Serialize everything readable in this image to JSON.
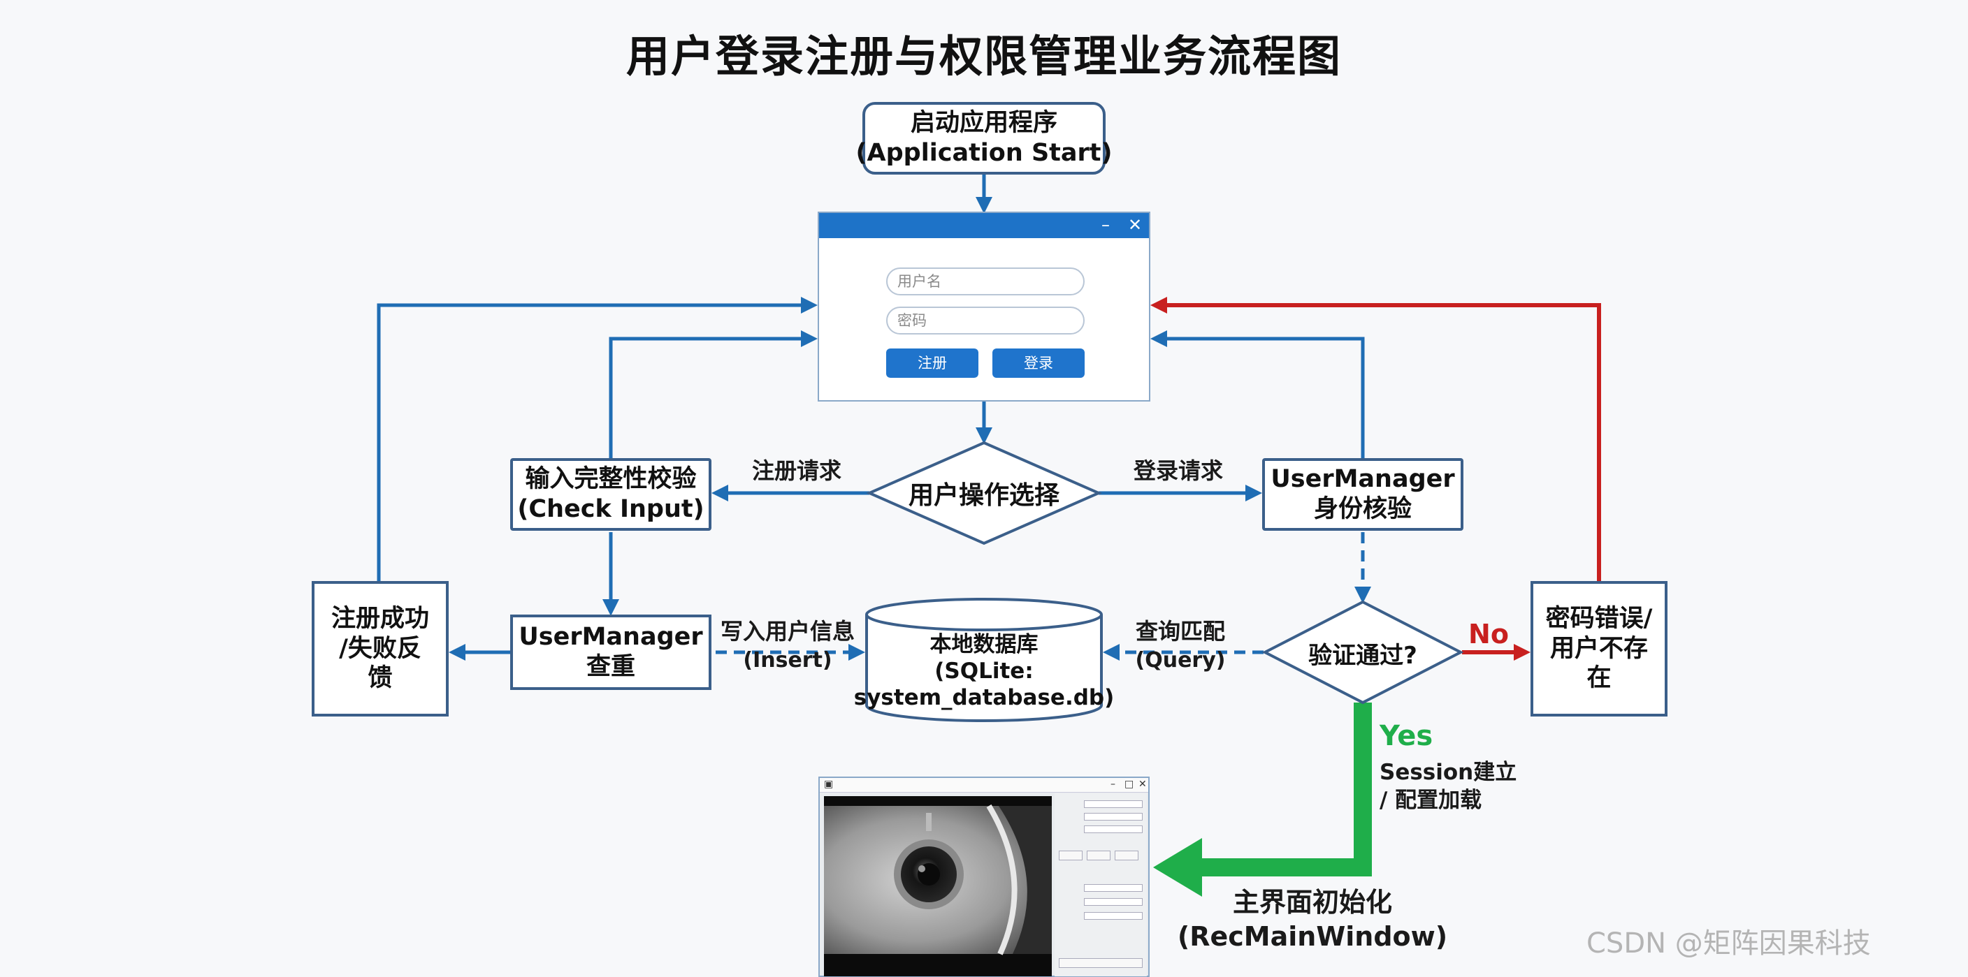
{
  "title": "用户登录注册与权限管理业务流程图",
  "nodes": {
    "start": [
      "启动应用程序",
      "(Application Start)"
    ],
    "check_input": [
      "输入完整性校验",
      "(Check Input)"
    ],
    "user_choice": "用户操作选择",
    "user_manager_auth": [
      "UserManager",
      "身份核验"
    ],
    "register_feedback": [
      "注册成功",
      "/失败反",
      "馈"
    ],
    "user_manager_dup": [
      "UserManager",
      "查重"
    ],
    "database": [
      "本地数据库",
      "(SQLite:",
      "system_database.db)"
    ],
    "verify_pass": "验证通过?",
    "password_error": [
      "密码错误/",
      "用户不存",
      "在"
    ],
    "main_init": [
      "主界面初始化",
      "(RecMainWindow)"
    ]
  },
  "edges": {
    "register_request": "注册请求",
    "login_request": "登录请求",
    "write_user": [
      "写入用户信息",
      "(Insert)"
    ],
    "query_match": [
      "查询匹配",
      "(Query)"
    ],
    "no": "No",
    "yes": "Yes",
    "session": [
      "Session建立",
      "/ 配置加载"
    ]
  },
  "login_window": {
    "minimize": "–",
    "close": "✕",
    "username_placeholder": "用户名",
    "password_placeholder": "密码",
    "register_button": "注册",
    "login_button": "登录"
  },
  "watermark": "CSDN @矩阵因果科技",
  "colors": {
    "flow_blue": "#1f6db4",
    "no_red": "#c8201f",
    "yes_green": "#1fae4a",
    "node_border": "#3b5f8a",
    "window_titlebar": "#1e73c8"
  }
}
